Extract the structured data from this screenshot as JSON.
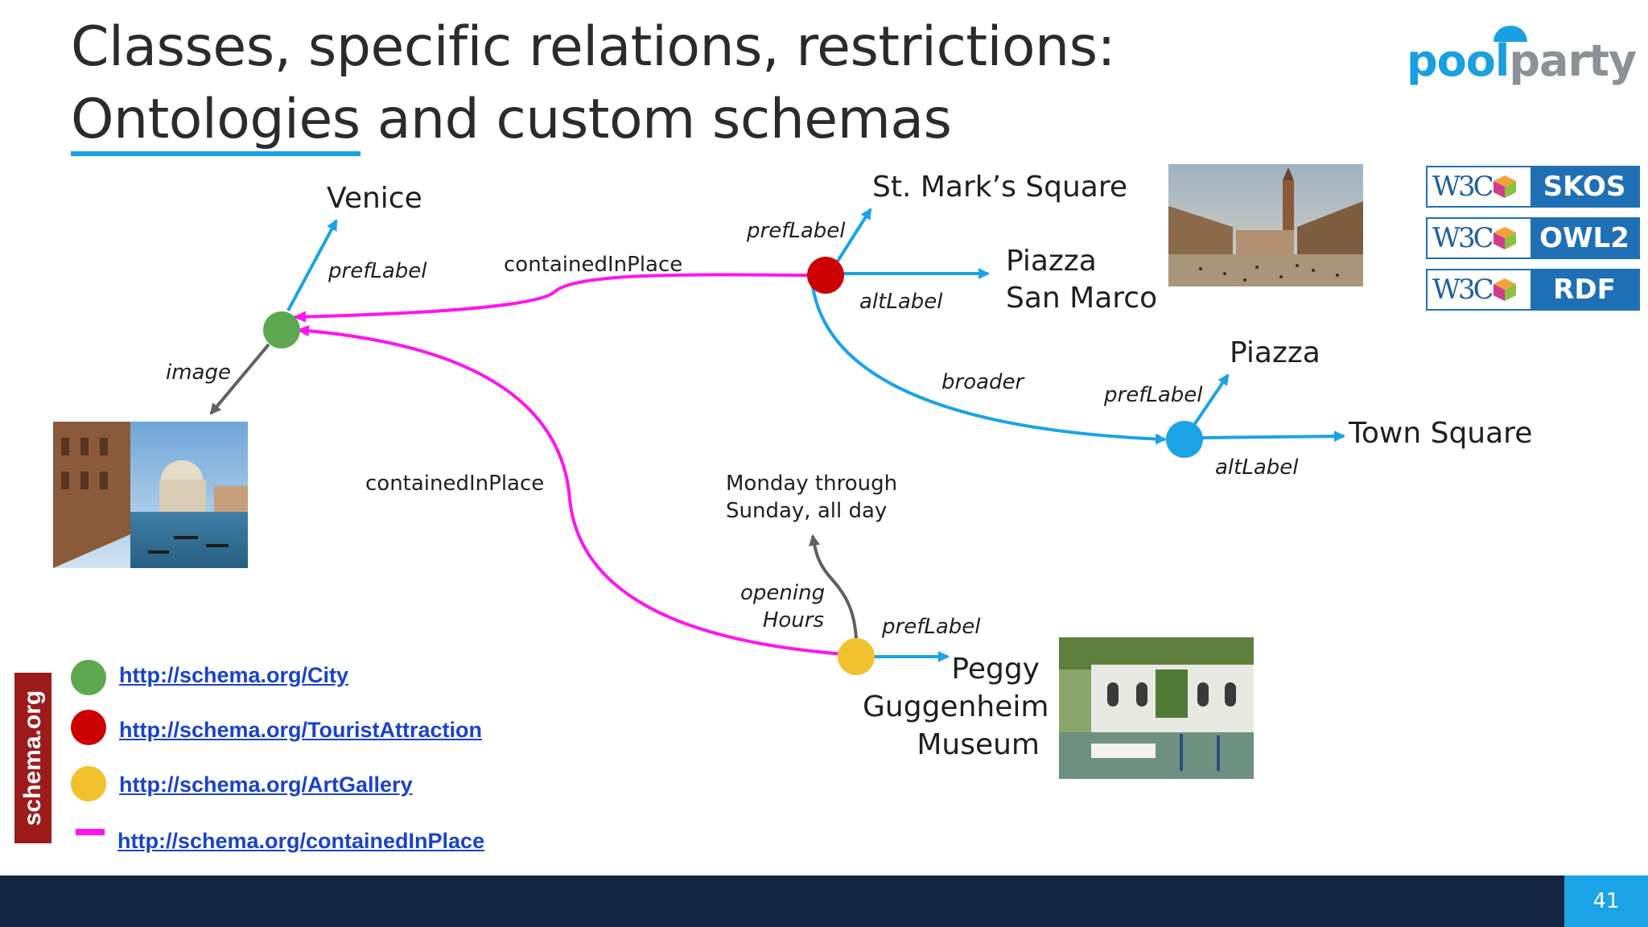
{
  "slide": {
    "title_line1": "Classes, specific relations, restrictions:",
    "title_line2_underlined": "Ontologies",
    "title_line2_rest": " and custom schemas",
    "page_number": "41"
  },
  "logo": {
    "pool": "pool",
    "party": "party",
    "reg": "®"
  },
  "standards": [
    {
      "mark": "W3C",
      "label": "SKOS"
    },
    {
      "mark": "W3C",
      "label": "OWL2"
    },
    {
      "mark": "W3C",
      "label": "RDF"
    }
  ],
  "nodes": {
    "venice": "Venice",
    "st_marks": "St. Mark’s Square",
    "piazza_san_marco_1": "Piazza",
    "piazza_san_marco_2": "San Marco",
    "piazza": "Piazza",
    "town_square": "Town Square",
    "hours_1": "Monday through",
    "hours_2": "Sunday, all day",
    "peggy_1": "Peggy",
    "peggy_2": "Guggenheim",
    "peggy_3": "Museum"
  },
  "relations": {
    "venice_preflabel": "prefLabel",
    "venice_image": "image",
    "contained_top": "containedInPlace",
    "contained_bottom": "containedInPlace",
    "stmarks_preflabel": "prefLabel",
    "stmarks_altlabel": "altLabel",
    "broader": "broader",
    "piazza_preflabel": "prefLabel",
    "piazza_altlabel": "altLabel",
    "opening_1": "opening",
    "opening_2": "Hours",
    "peggy_preflabel": "prefLabel"
  },
  "legend": {
    "badge": "schema.org",
    "items": [
      {
        "color": "#5ca74f",
        "link": "http://schema.org/City"
      },
      {
        "color": "#cc0000",
        "link": "http://schema.org/TouristAttraction"
      },
      {
        "color": "#f2c12e",
        "link": "http://schema.org/ArtGallery"
      },
      {
        "color": "#ff14f0",
        "link": "http://schema.org/containedInPlace"
      }
    ]
  },
  "colors": {
    "city": "#5ca74f",
    "tourist_attraction": "#cc0000",
    "art_gallery": "#f2c12e",
    "concept": "#1aa3e6",
    "contained_in_place": "#ff14f0",
    "skos_relation": "#1aa3e6",
    "generic_relation": "#606060"
  }
}
